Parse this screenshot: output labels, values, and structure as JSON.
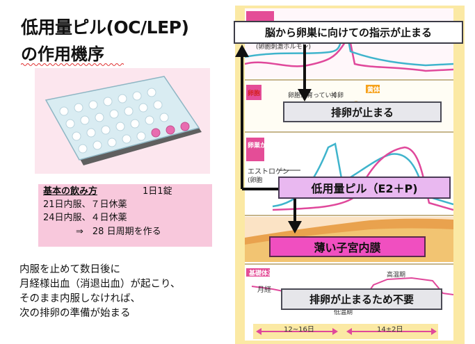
{
  "title": {
    "line1": "低用量ピル(OC/LEP)",
    "line2": "の作用機序"
  },
  "dosage": {
    "heading": "基本の飲み方",
    "dose": "1日1錠",
    "line1": "21日内服、７日休薬",
    "line2": "24日内服、４日休薬",
    "line3": "⇒　28 日周期を作る"
  },
  "note": {
    "line1": "内服を止めて数日後に",
    "line2": "月経様出血（消退出血）が起こり、",
    "line3": "そのまま内服しなければ、",
    "line4": "次の排卵の準備が始まる"
  },
  "callouts": {
    "brain": "脳から卵巣に向けての指示が止まる",
    "ovulation": "排卵が止まる",
    "pill": "低用量ピル（E2＋P)",
    "endometrium": "薄い子宮内膜",
    "no_ovulation": "排卵が止まるため不要"
  },
  "chart_labels": {
    "hormone": "(卵胞刺激ホルモン)",
    "ovary": "卵胞",
    "follicle_grow": "卵胞が育っていく",
    "ovulate": "排卵",
    "corpus_luteum": "黄体",
    "ovary_hormone": "卵巣から",
    "estrogen": "エストロゲン",
    "estrogen_sub": "(卵胞",
    "basal_temp": "基礎体温",
    "menses": "月経",
    "high_temp": "高温期",
    "low_temp": "低温期",
    "days_left": "12~16日",
    "days_right": "14±2日"
  },
  "colors": {
    "chart_frame": "#fbe9a4",
    "pill_box_bg": "#fce6ee",
    "dosage_bg": "#f8c8dc",
    "callout_pill": "#e9b8f0",
    "callout_endometrium": "#f04fc0"
  }
}
